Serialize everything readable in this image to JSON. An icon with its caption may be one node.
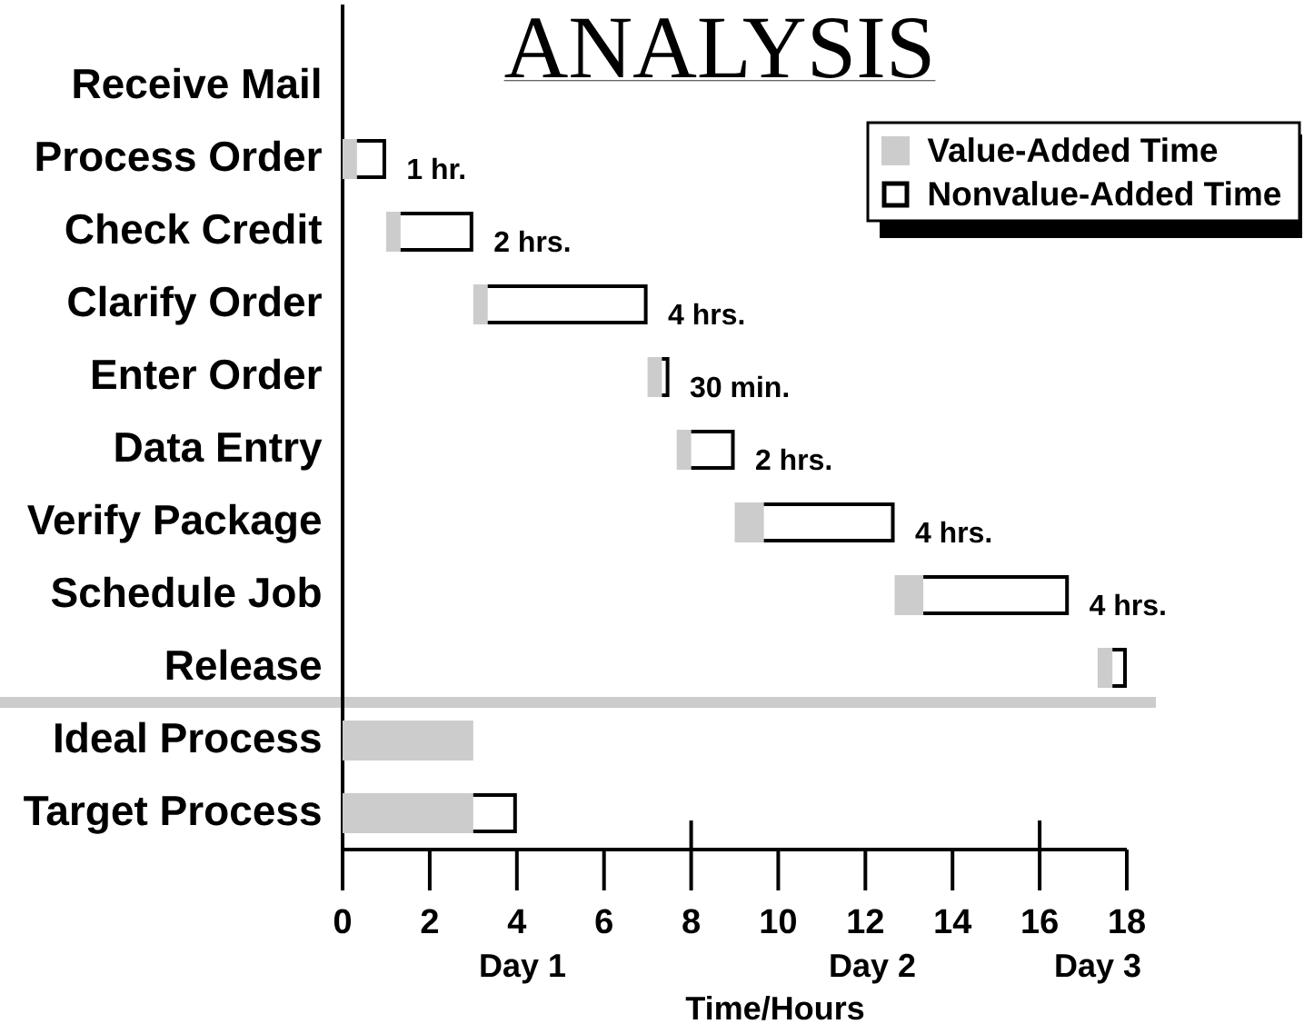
{
  "diagram": {
    "title": "ANALYSIS",
    "labels": [
      "Receive Mail",
      "Process Order",
      "1 hr.",
      "Check Credit",
      "2 hrs.",
      "Clarify Order",
      "4 hrs.",
      "Enter Order",
      "30 min.",
      "Data Entry",
      "2 hrs.",
      "Verify Package",
      "4 hrs.",
      "Schedule Job",
      "4 hrs.",
      "Release",
      "Ideal Process",
      "Target Process",
      "0",
      "2",
      "4",
      "6",
      "8",
      "10",
      "12",
      "14",
      "16",
      "18",
      "Day 1",
      "Day 2",
      "Day 3",
      "Time/Hours"
    ],
    "legend": [
      {
        "text": "Value-Added Time",
        "color": "#cccccc"
      },
      {
        "text": "Nonvalue-Added Time"
      }
    ]
  }
}
